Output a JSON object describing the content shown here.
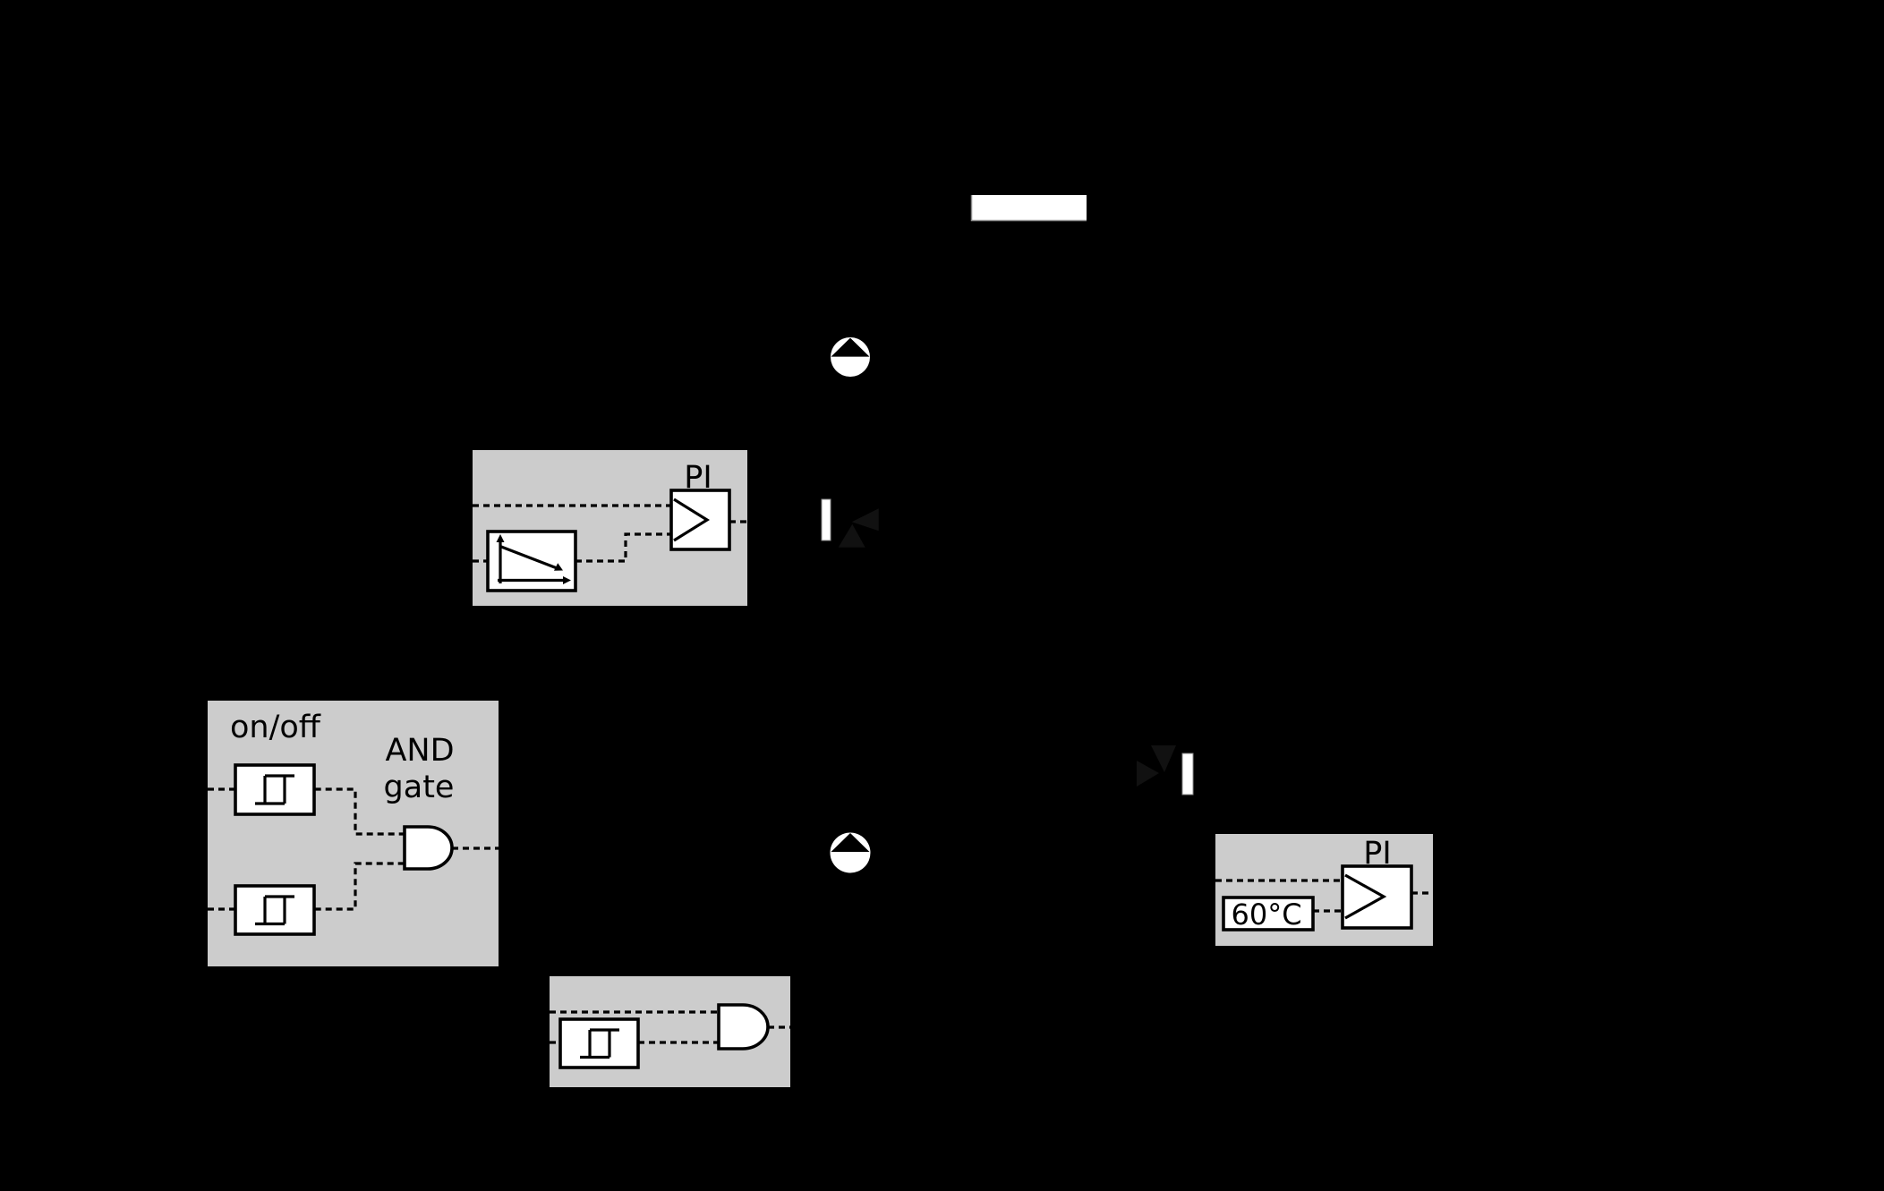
{
  "diagram": {
    "type": "control-system-diagram",
    "colors": {
      "background": "#000000",
      "panel": "#cccccc",
      "box_fill": "#ffffff",
      "line": "#000000",
      "valve_triangle": "#111111",
      "plate_fill": "#ffffff",
      "plate_edge": "#8c8c8c"
    },
    "panels": {
      "heating_curve_controller": {
        "controller_label": "PI"
      },
      "onoff_and": {
        "title": "on/off",
        "gate_label_line1": "AND",
        "gate_label_line2": "gate"
      },
      "setpoint_controller": {
        "controller_label": "PI",
        "setpoint_value": "60°C"
      },
      "onoff_single": {}
    },
    "icons": [
      "collector-plate",
      "pump-icon",
      "pump-icon",
      "three-way-valve-icon",
      "three-way-valve-icon",
      "pi-controller-icon",
      "pi-controller-icon",
      "heating-curve-icon",
      "hysteresis-icon",
      "hysteresis-icon",
      "hysteresis-icon",
      "and-gate-icon",
      "and-gate-icon"
    ]
  }
}
